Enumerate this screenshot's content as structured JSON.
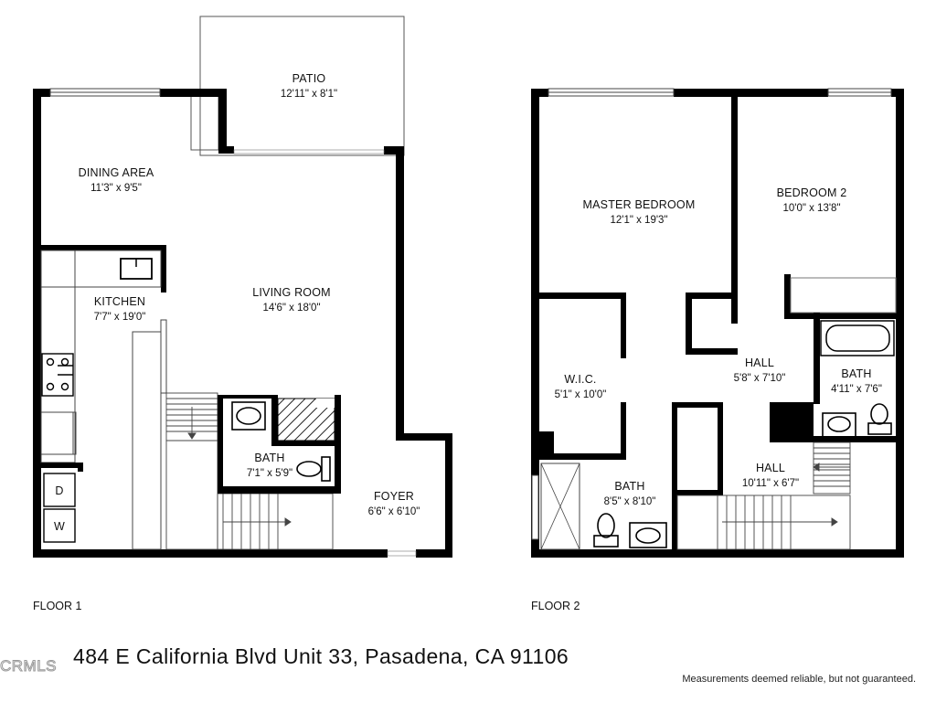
{
  "floor1": {
    "label": "FLOOR 1",
    "rooms": {
      "patio": {
        "name": "PATIO",
        "dim": "12'11\" x 8'1\""
      },
      "dining": {
        "name": "DINING AREA",
        "dim": "11'3\" x 9'5\""
      },
      "kitchen": {
        "name": "KITCHEN",
        "dim": "7'7\" x 19'0\""
      },
      "living": {
        "name": "LIVING ROOM",
        "dim": "14'6\" x 18'0\""
      },
      "bath": {
        "name": "BATH",
        "dim": "7'1\" x 5'9\""
      },
      "foyer": {
        "name": "FOYER",
        "dim": "6'6\" x 6'10\""
      }
    },
    "appliances": {
      "dryer": "D",
      "washer": "W"
    }
  },
  "floor2": {
    "label": "FLOOR 2",
    "rooms": {
      "master": {
        "name": "MASTER BEDROOM",
        "dim": "12'1\" x 19'3\""
      },
      "bedroom2": {
        "name": "BEDROOM 2",
        "dim": "10'0\" x 13'8\""
      },
      "hall1": {
        "name": "HALL",
        "dim": "5'8\" x 7'10\""
      },
      "bath_right": {
        "name": "BATH",
        "dim": "4'11\" x 7'6\""
      },
      "wic": {
        "name": "W.I.C.",
        "dim": "5'1\" x 10'0\""
      },
      "bath_left": {
        "name": "BATH",
        "dim": "8'5\" x 8'10\""
      },
      "hall2": {
        "name": "HALL",
        "dim": "10'11\" x 6'7\""
      }
    }
  },
  "footer": {
    "address": "484 E California Blvd Unit 33, Pasadena, CA 91106",
    "disclaimer": "Measurements deemed reliable, but not guaranteed.",
    "watermark": "CRMLS"
  }
}
